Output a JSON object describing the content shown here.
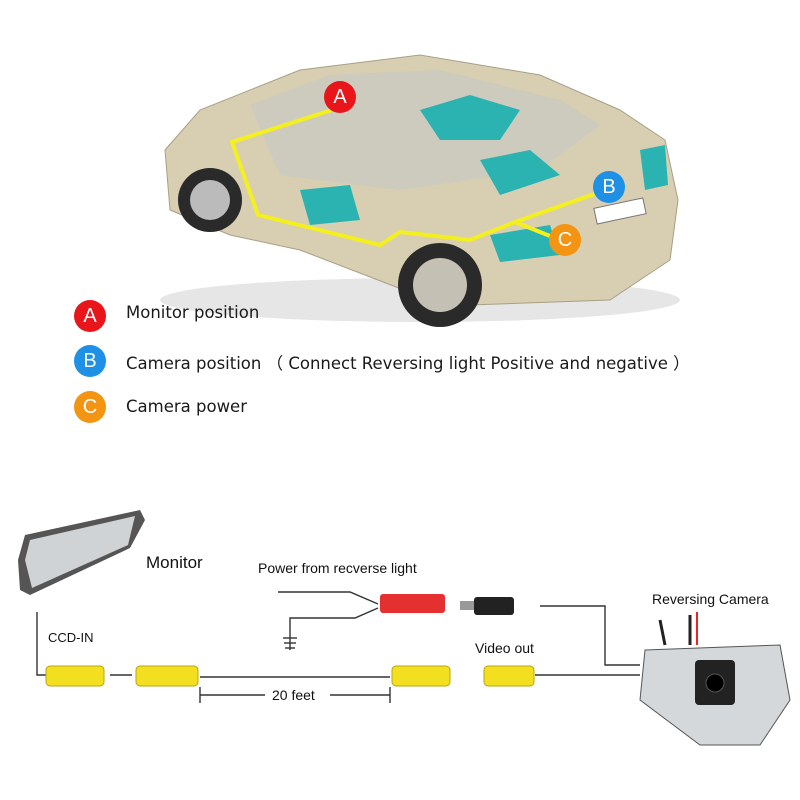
{
  "car_diagram": {
    "markers": [
      {
        "letter": "A",
        "color": "#e8151b"
      },
      {
        "letter": "B",
        "color": "#1e90e6"
      },
      {
        "letter": "C",
        "color": "#f39412"
      }
    ],
    "wire_color": "#f4f01e"
  },
  "legend": [
    {
      "letter": "A",
      "color": "#e8151b",
      "text": "Monitor position"
    },
    {
      "letter": "B",
      "color": "#1e90e6",
      "text": "Camera position （ Connect Reversing light Positive and negative ）"
    },
    {
      "letter": "C",
      "color": "#f39412",
      "text": "Camera power"
    }
  ],
  "wiring": {
    "monitor_label": "Monitor",
    "power_label": "Power from recverse light",
    "ccd_label": "CCD-IN",
    "video_out_label": "Video out",
    "camera_label": "Reversing Camera",
    "cable_length_label": "20 feet"
  }
}
